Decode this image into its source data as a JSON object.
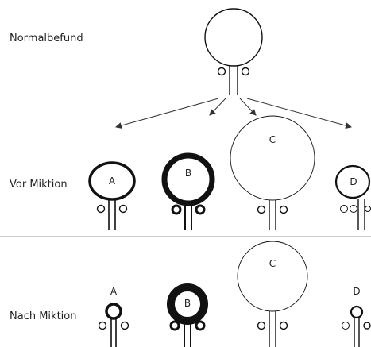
{
  "labels": {
    "normal": "Normalbefund",
    "vor": "Vor Miktion",
    "nach": "Nach Miktion"
  },
  "bladders": {
    "vor": [
      {
        "letter": "A"
      },
      {
        "letter": "B"
      },
      {
        "letter": "C"
      },
      {
        "letter": "D"
      }
    ],
    "nach": [
      {
        "letter": "A"
      },
      {
        "letter": "B"
      },
      {
        "letter": "C"
      },
      {
        "letter": "D"
      }
    ]
  },
  "colors": {
    "stroke": "#111111",
    "divider": "#999999"
  }
}
